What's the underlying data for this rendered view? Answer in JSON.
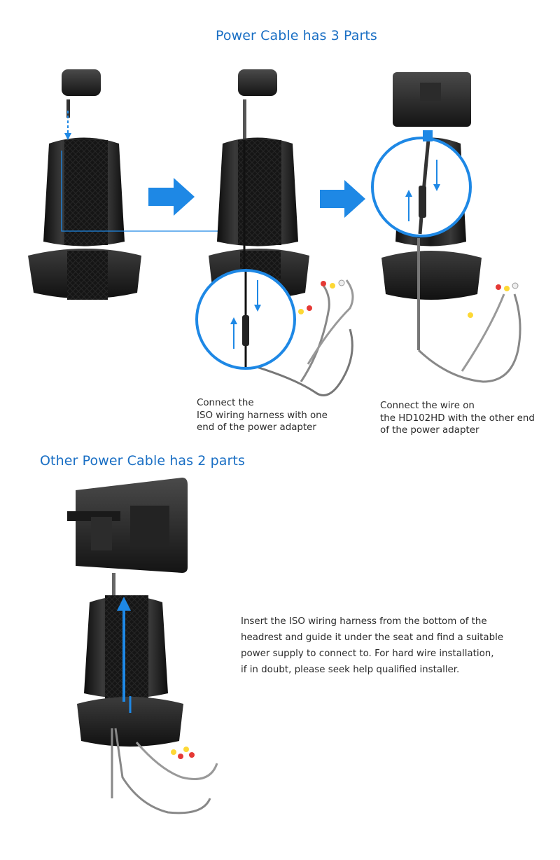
{
  "section_one": {
    "title": "Power Cable has 3 Parts",
    "caption_left": [
      "Connect the",
      "ISO wiring harness with one",
      "end of the power adapter"
    ],
    "caption_right": [
      "Connect the wire on",
      "the HD102HD with the other end",
      "of the power adapter"
    ]
  },
  "section_two": {
    "title": "Other Power Cable has 2 parts",
    "caption": [
      "Insert the ISO wiring harness from the bottom of the",
      "headrest and guide it under the seat and find a suitable",
      "power supply to connect to. For hard wire installation,",
      "if in doubt, please seek help qualified installer."
    ]
  },
  "colors": {
    "accent_blue": "#1a6fc4",
    "arrow_blue": "#1e88e5",
    "seat_black": "#1c1c1c"
  }
}
